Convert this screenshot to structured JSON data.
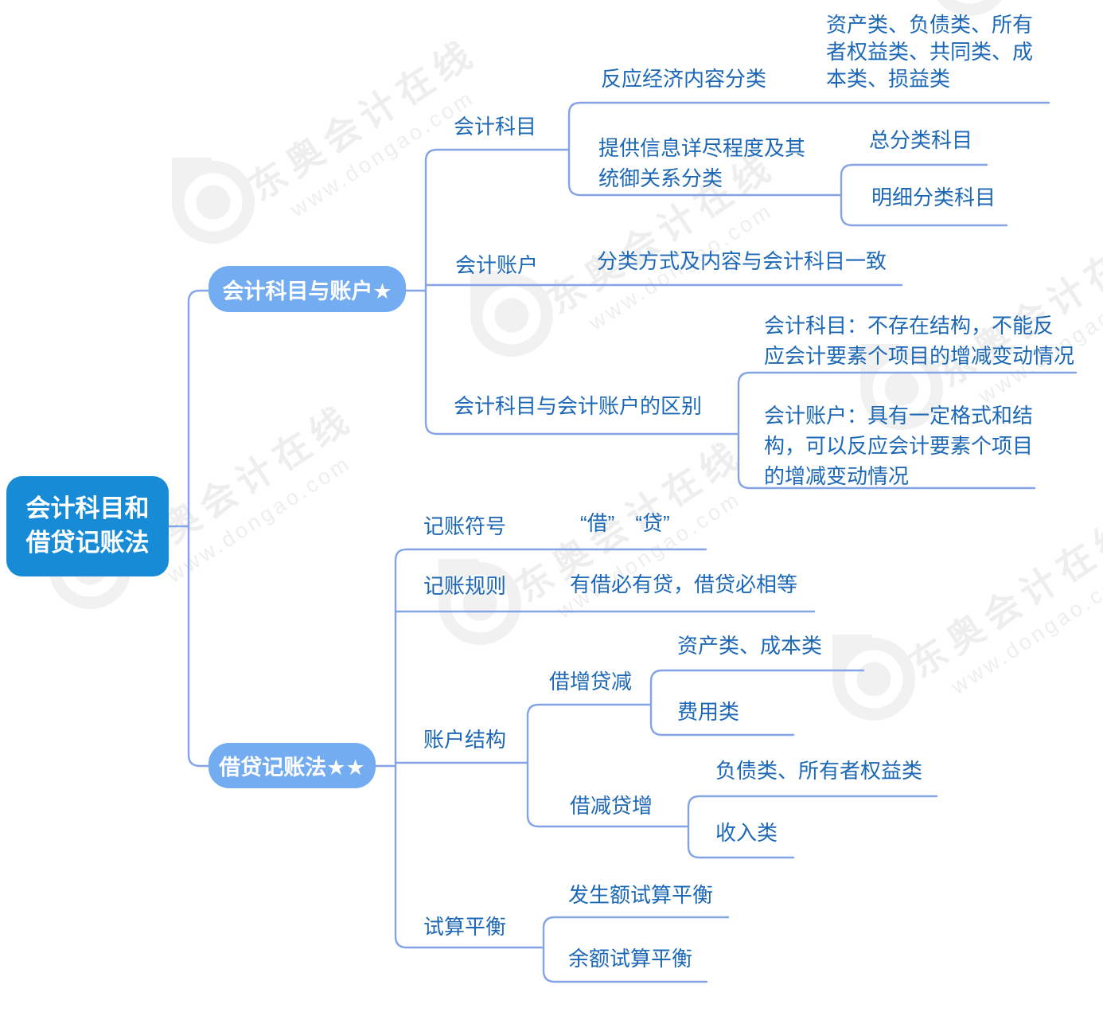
{
  "root": {
    "label": "会计科目和\n借贷记账法"
  },
  "branches": [
    {
      "label": "会计科目与账户★",
      "children": [
        {
          "label": "会计科目",
          "children": [
            {
              "label": "反应经济内容分类",
              "children": [
                {
                  "label": "资产类、负债类、所有\n者权益类、共同类、成\n本类、损益类"
                }
              ]
            },
            {
              "label": "提供信息详尽程度及其\n统御关系分类",
              "children": [
                {
                  "label": "总分类科目"
                },
                {
                  "label": "明细分类科目"
                }
              ]
            }
          ]
        },
        {
          "label": "会计账户",
          "children": [
            {
              "label": "分类方式及内容与会计科目一致"
            }
          ]
        },
        {
          "label": "会计科目与会计账户的区别",
          "children": [
            {
              "label": "会计科目：不存在结构，不能反\n应会计要素个项目的增减变动情况"
            },
            {
              "label": "会计账户：具有一定格式和结\n构，可以反应会计要素个项目\n的增减变动情况"
            }
          ]
        }
      ]
    },
    {
      "label": "借贷记账法★★",
      "children": [
        {
          "label": "记账符号",
          "children": [
            {
              "label": "“借”　“贷”"
            }
          ]
        },
        {
          "label": "记账规则",
          "children": [
            {
              "label": "有借必有贷，借贷必相等"
            }
          ]
        },
        {
          "label": "账户结构",
          "children": [
            {
              "label": "借增贷减",
              "children": [
                {
                  "label": "资产类、成本类"
                },
                {
                  "label": "费用类"
                }
              ]
            },
            {
              "label": "借减贷增",
              "children": [
                {
                  "label": "负债类、所有者权益类"
                },
                {
                  "label": "收入类"
                }
              ]
            }
          ]
        },
        {
          "label": "试算平衡",
          "children": [
            {
              "label": "发生额试算平衡"
            },
            {
              "label": "余额试算平衡"
            }
          ]
        }
      ]
    }
  ],
  "watermark": {
    "brand": "东奥会计在线",
    "url": "www.dongao.com"
  },
  "colors": {
    "root_fill": "#178bd5",
    "branch_fill": "#73acf0",
    "topic_text": "#1c68b6",
    "connector_line": "#84a4e6",
    "watermark_gray": "#eeeeee"
  }
}
